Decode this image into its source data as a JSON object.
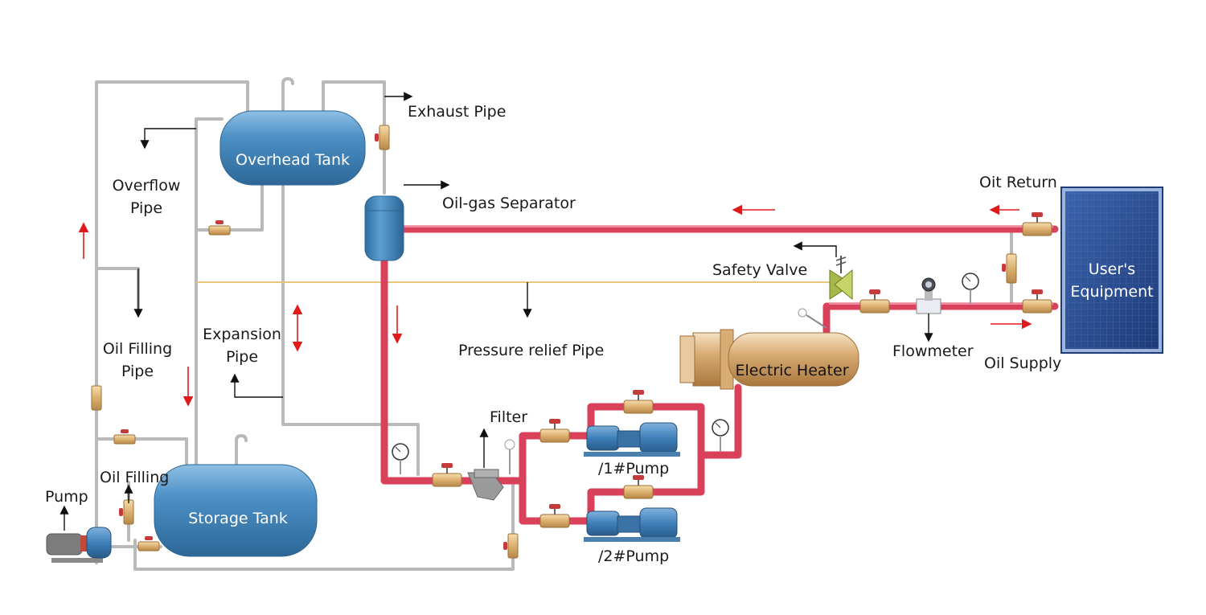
{
  "labels": {
    "overhead_tank": "Overhead Tank",
    "storage_tank": "Storage Tank",
    "electric_heater": "Electric Heater",
    "users_equipment_line1": "User's",
    "users_equipment_line2": "Equipment",
    "exhaust_pipe": "Exhaust Pipe",
    "oil_gas_separator": "Oil-gas Separator",
    "overflow_pipe_line1": "Overflow",
    "overflow_pipe_line2": "Pipe",
    "oil_filling_pipe_line1": "Oil Filling",
    "oil_filling_pipe_line2": "Pipe",
    "expansion_pipe_line1": "Expansion",
    "expansion_pipe_line2": "Pipe",
    "pressure_relief_pipe": "Pressure relief Pipe",
    "safety_valve": "Safety Valve",
    "oil_return": "Oit Return",
    "oil_supply": "Oil Supply",
    "flowmeter": "Flowmeter",
    "filter": "Filter",
    "pump1": "/1#Pump",
    "pump2": "/2#Pump",
    "pump": "Pump",
    "oil_filling": "Oil Filling"
  },
  "colors": {
    "hot_pipe": "#d9405a",
    "cold_pipe": "#b9b9b9",
    "relief_line": "#e7c77c",
    "tank_blue": "#3e82b8",
    "heater_gold": "#c89a63",
    "panel_blue": "#2c4f93",
    "flow_arrow": "#e01a1a"
  }
}
